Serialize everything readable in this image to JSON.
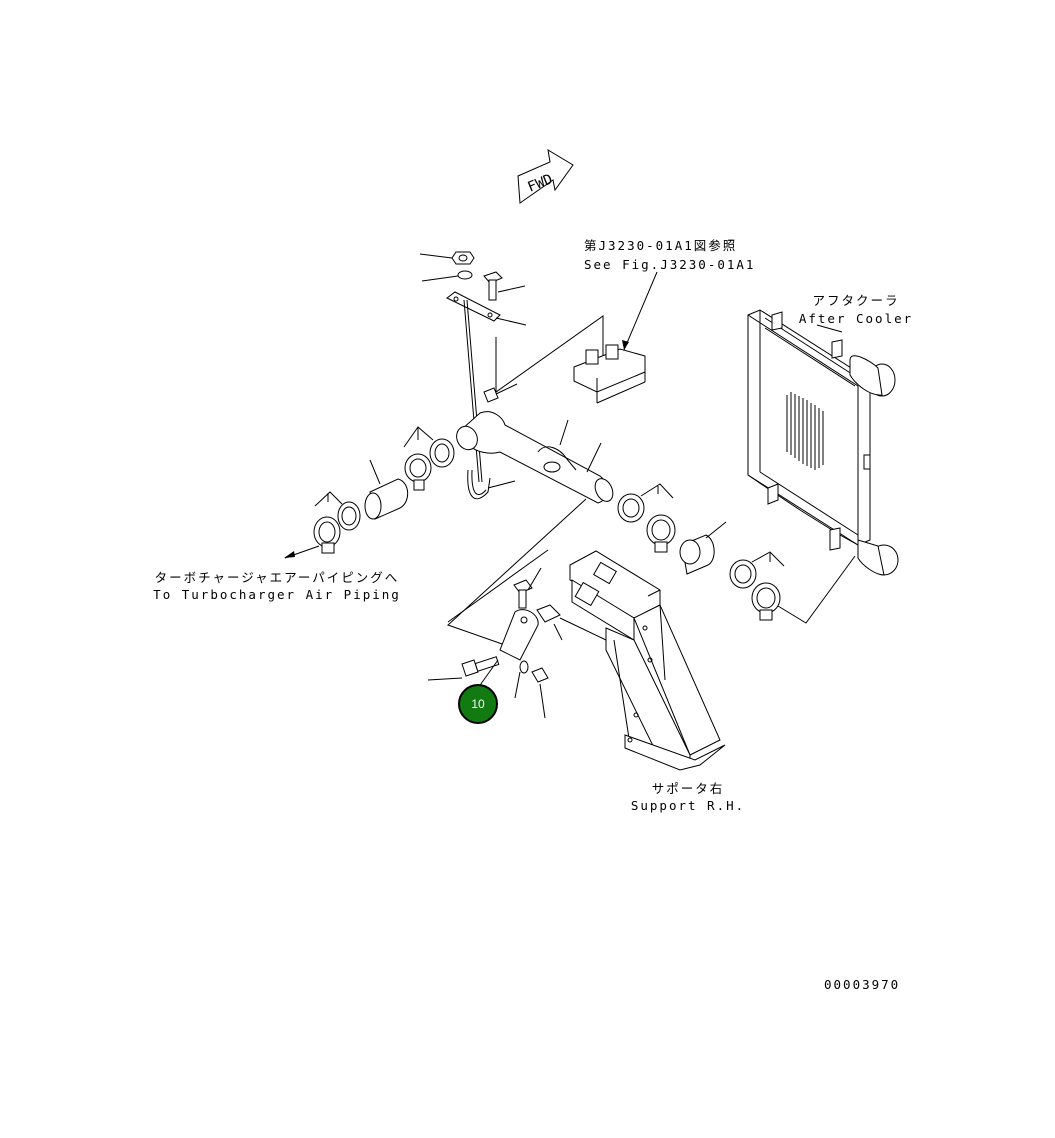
{
  "fwd_label": "FWD",
  "ref": {
    "jp": "第J3230-01A1図参照",
    "en": "See Fig.J3230-01A1"
  },
  "after_cooler": {
    "jp": "アフタクーラ",
    "en": "After Cooler"
  },
  "turbo": {
    "jp": "ターボチャージャエアーパイピングへ",
    "en": "To Turbocharger Air Piping"
  },
  "support": {
    "jp": "サポータ右",
    "en": "Support R.H."
  },
  "part_callout": "10",
  "drawing_no": "00003970",
  "colors": {
    "callout_fill": "#117a11",
    "line": "#000000",
    "background": "#ffffff"
  }
}
